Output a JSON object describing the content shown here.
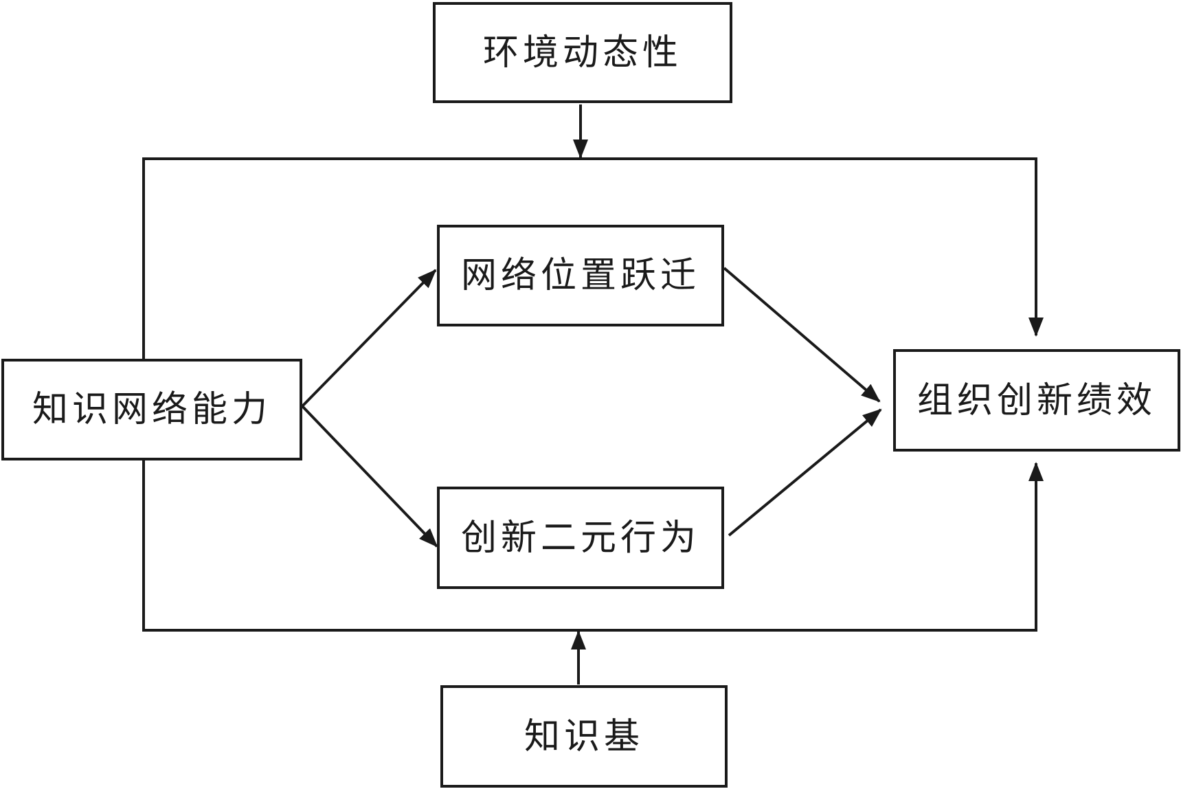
{
  "diagram": {
    "nodes": {
      "environment_dynamism": "环境动态性",
      "network_position_jump": "网络位置跃迁",
      "innovation_ambidexterity": "创新二元行为",
      "knowledge_network_capability": "知识网络能力",
      "organizational_innovation_performance": "组织创新绩效",
      "knowledge_base": "知识基"
    },
    "edges": [
      {
        "from": "knowledge_network_capability",
        "to": "network_position_jump"
      },
      {
        "from": "knowledge_network_capability",
        "to": "innovation_ambidexterity"
      },
      {
        "from": "network_position_jump",
        "to": "organizational_innovation_performance"
      },
      {
        "from": "innovation_ambidexterity",
        "to": "organizational_innovation_performance"
      },
      {
        "from": "knowledge_network_capability",
        "to": "organizational_innovation_performance",
        "route": "top"
      },
      {
        "from": "knowledge_network_capability",
        "to": "organizational_innovation_performance",
        "route": "bottom"
      },
      {
        "from": "environment_dynamism",
        "to": "top-path",
        "type": "moderation"
      },
      {
        "from": "knowledge_base",
        "to": "bottom-path",
        "type": "moderation"
      }
    ],
    "colors": {
      "stroke": "#1a1a1a",
      "background": "#ffffff"
    }
  }
}
